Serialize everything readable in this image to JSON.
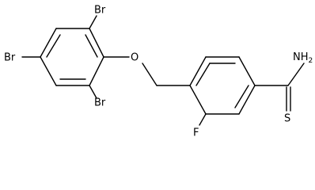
{
  "structure": {
    "atoms": {
      "br_top": "Br",
      "br_left": "Br",
      "br_bottom": "Br",
      "oxygen": "O",
      "fluorine": "F",
      "nh2": "NH",
      "nh2_subscript": "2",
      "sulfur": "S"
    }
  }
}
